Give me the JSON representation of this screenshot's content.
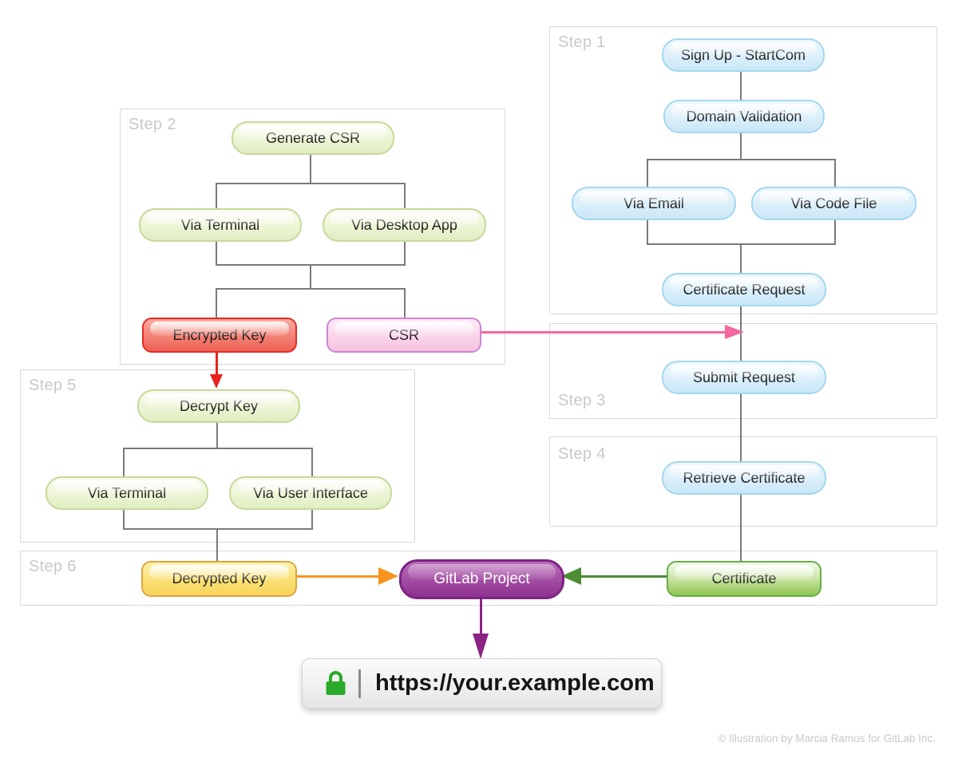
{
  "steps": [
    {
      "label": "Step 1"
    },
    {
      "label": "Step 2"
    },
    {
      "label": "Step 3"
    },
    {
      "label": "Step 4"
    },
    {
      "label": "Step 5"
    },
    {
      "label": "Step 6"
    }
  ],
  "nodes": {
    "sign_up": "Sign Up - StartCom",
    "domain_validation": "Domain Validation",
    "via_email": "Via Email",
    "via_code_file": "Via Code File",
    "certificate_request": "Certificate Request",
    "generate_csr": "Generate CSR",
    "via_terminal_step2": "Via Terminal",
    "via_desktop_app": "Via Desktop App",
    "encrypted_key": "Encrypted Key",
    "csr": "CSR",
    "submit_request": "Submit Request",
    "retrieve_certificate": "Retrieve Certificate",
    "decrypt_key": "Decrypt Key",
    "via_terminal_step5": "Via Terminal",
    "via_user_interface": "Via User Interface",
    "decrypted_key": "Decrypted Key",
    "gitlab_project": "GitLab Project",
    "certificate": "Certificate"
  },
  "url_bar": {
    "lock_icon": "lock",
    "url": "https://your.example.com"
  },
  "footer": {
    "credit": "© Illustration by Marcia Ramos for GitLab Inc."
  },
  "colors": {
    "node_blue_border": "#a5d7ee",
    "node_green_border": "#c6d99b",
    "encrypted_key_border": "#e62a22",
    "csr_border": "#cc85d2",
    "decrypted_key_border": "#e0a43c",
    "gitlab_project_border": "#7c2483",
    "certificate_border": "#67ad44",
    "arrow_red": "#e8231d",
    "arrow_pink": "#f4679f",
    "arrow_orange": "#f7941d",
    "arrow_green": "#4c8c35",
    "arrow_purple": "#8b2384",
    "connector_gray": "#7a7a7a",
    "lock_green": "#2aa92a",
    "step_label_gray": "#c9c9c9"
  }
}
